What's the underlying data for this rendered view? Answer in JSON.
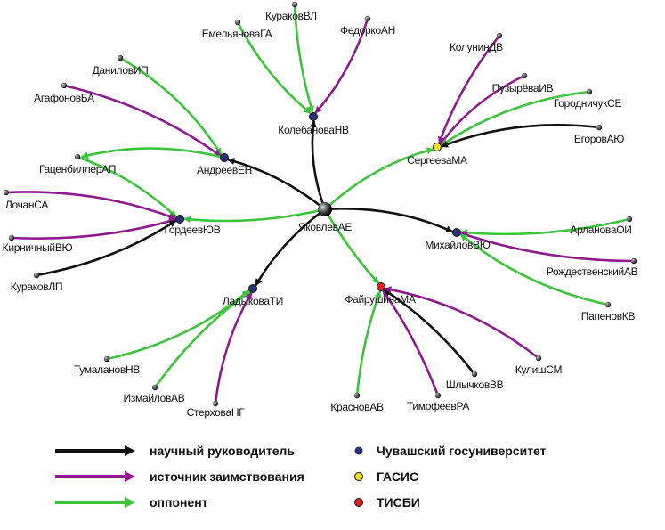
{
  "colors": {
    "supervisor": "#111111",
    "borrowing": "#8e1a8e",
    "opponent": "#3cc43c",
    "chuvash": "#2a2f7a",
    "gasis": "#f2e21a",
    "tisbi": "#e02020",
    "leaf": "#222222"
  },
  "nodes": {
    "yakovlev": "ЯковлевАЕ",
    "kolebanova": "КолебановаНВ",
    "andreev": "АндреевЕН",
    "gordeev": "ГордеевЮВ",
    "sergeeva": "СергееваМА",
    "mikhailov": "МихайловВЮ",
    "ladykova": "ЛадыковаТИ",
    "fayrushina": "ФайрушинаМА",
    "emelyanova": "ЕмельяноваГА",
    "kurakov_vl": "КураковВЛ",
    "fedorko": "ФедоркоАН",
    "danilov": "ДаниловИП",
    "agafonov": "АгафоновБА",
    "gatsenbiller": "ГаценбиллерАП",
    "lochan": "ЛочанСА",
    "kirnichny": "КирничныйВЮ",
    "kurakov_lp": "КураковЛП",
    "kolunin": "КолунинДВ",
    "puzyreva": "ПузырёваИВ",
    "gorodnichuk": "ГородничукСЕ",
    "egorov": "ЕгоровАЮ",
    "arlanova": "АрлановаОИ",
    "rozhdestvensky": "РождественскийАВ",
    "papenov": "ПапеновКВ",
    "tumalanov": "ТумалановНВ",
    "izmaylov": "ИзмайловАВ",
    "sterkhova": "СтерховаНГ",
    "krasnov": "КрасновАВ",
    "timofeev": "ТимофеевРА",
    "shlychkov": "ШлычковВВ",
    "kulish": "КулишСМ"
  },
  "legend": {
    "supervisor": "научный руководитель",
    "borrowing": "источник заимствования",
    "opponent": "оппонент",
    "chuvash": "Чувашский госуниверситет",
    "gasis": "ГАСИС",
    "tisbi": "ТИСБИ"
  }
}
